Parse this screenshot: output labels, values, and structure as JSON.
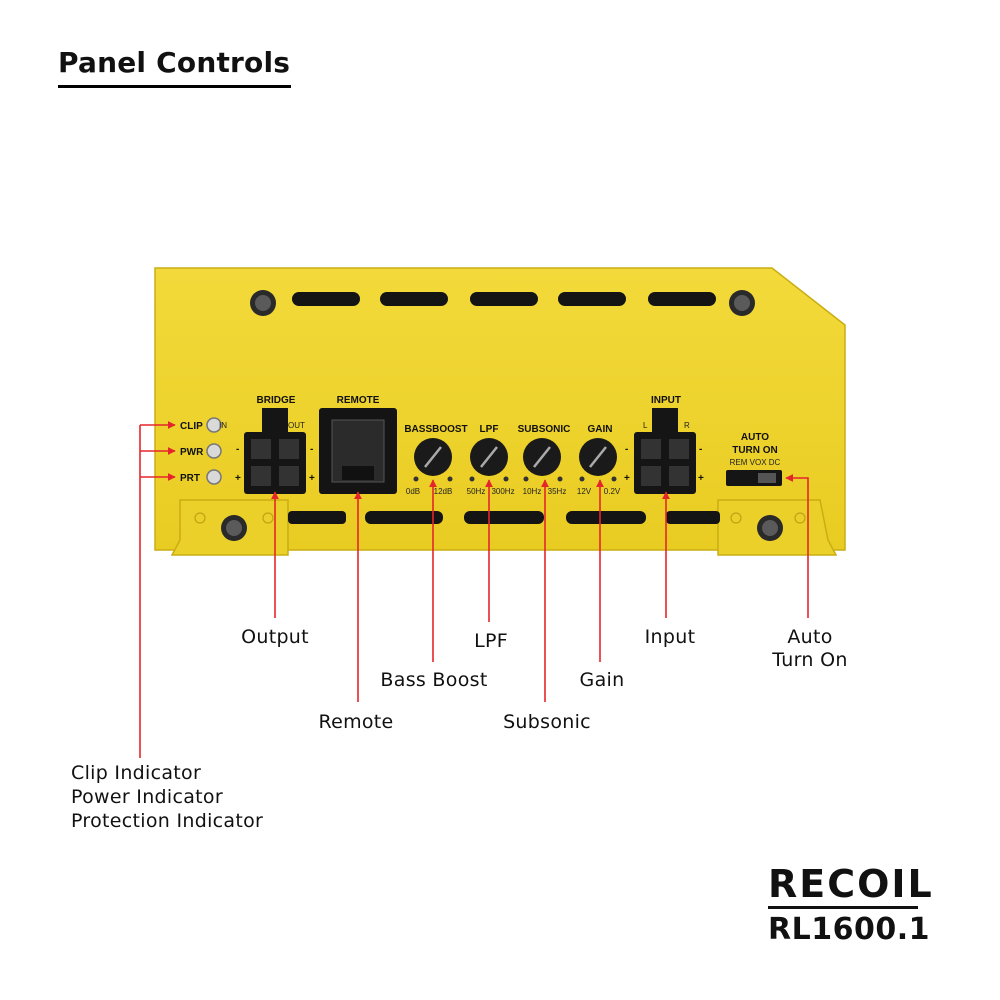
{
  "page": {
    "title": "Panel Controls"
  },
  "panel": {
    "bridge": {
      "label": "BRIDGE",
      "in": "IN",
      "out": "OUT",
      "minus": "-",
      "plus": "+"
    },
    "remote": {
      "label": "REMOTE"
    },
    "indicators": [
      {
        "label": "CLIP"
      },
      {
        "label": "PWR"
      },
      {
        "label": "PRT"
      }
    ],
    "knobs": [
      {
        "label": "BASSBOOST",
        "min": "0dB",
        "max": "12dB"
      },
      {
        "label": "LPF",
        "min": "50Hz",
        "max": "300Hz"
      },
      {
        "label": "SUBSONIC",
        "min": "10Hz",
        "max": "35Hz"
      },
      {
        "label": "GAIN",
        "min": "12V",
        "max": "0.2V"
      }
    ],
    "input": {
      "label": "INPUT",
      "left": "L",
      "right": "R",
      "minus": "-",
      "plus": "+"
    },
    "auto": {
      "label_line1": "AUTO",
      "label_line2": "TURN ON",
      "modes": "REM VOX DC"
    }
  },
  "callouts": {
    "output": "Output",
    "lpf": "LPF",
    "input": "Input",
    "auto_line1": "Auto",
    "auto_line2": "Turn On",
    "bass_boost": "Bass Boost",
    "gain": "Gain",
    "remote": "Remote",
    "subsonic": "Subsonic",
    "clip_indicator": "Clip Indicator",
    "power_indicator": "Power Indicator",
    "protection_indicator": "Protection Indicator"
  },
  "brand": {
    "name": "RECOIL",
    "model": "RL1600.1"
  },
  "colors": {
    "panel": "#f1d62e",
    "arrow": "#e4262b",
    "dark": "#1a1a1a"
  }
}
